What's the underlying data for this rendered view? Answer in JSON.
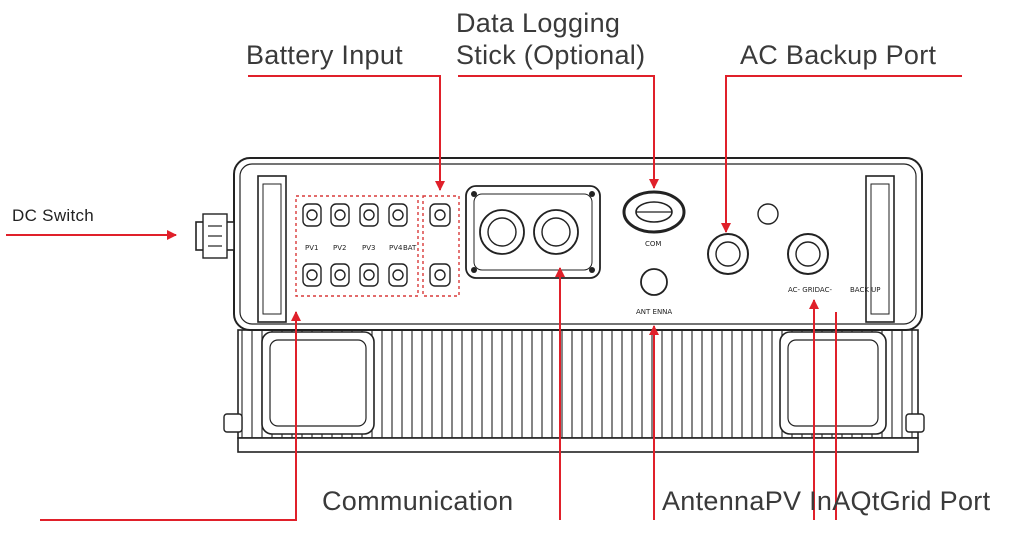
{
  "callouts": {
    "data_logging_line1": "Data Logging",
    "data_logging_line2": "Stick (Optional)",
    "battery_input": "Battery Input",
    "ac_backup_port": "AC Backup Port",
    "dc_switch": "DC Switch",
    "communication": "Communication",
    "antenna_pv_input_ac_grid": "AntennaPV InAQtGrid Port"
  },
  "panel_labels": {
    "pv1": "PV1",
    "pv2": "PV2",
    "pv3": "PV3",
    "pv4": "PV4",
    "bat": "BAT",
    "com": "COM",
    "antenna": "ANT  ENNA",
    "ac_grid": "AC-  GRIDAC-",
    "backup": "BACK  UP"
  },
  "colors": {
    "arrow": "#e0202a",
    "outline": "#222222",
    "dashed_box": "#d83a3a"
  }
}
